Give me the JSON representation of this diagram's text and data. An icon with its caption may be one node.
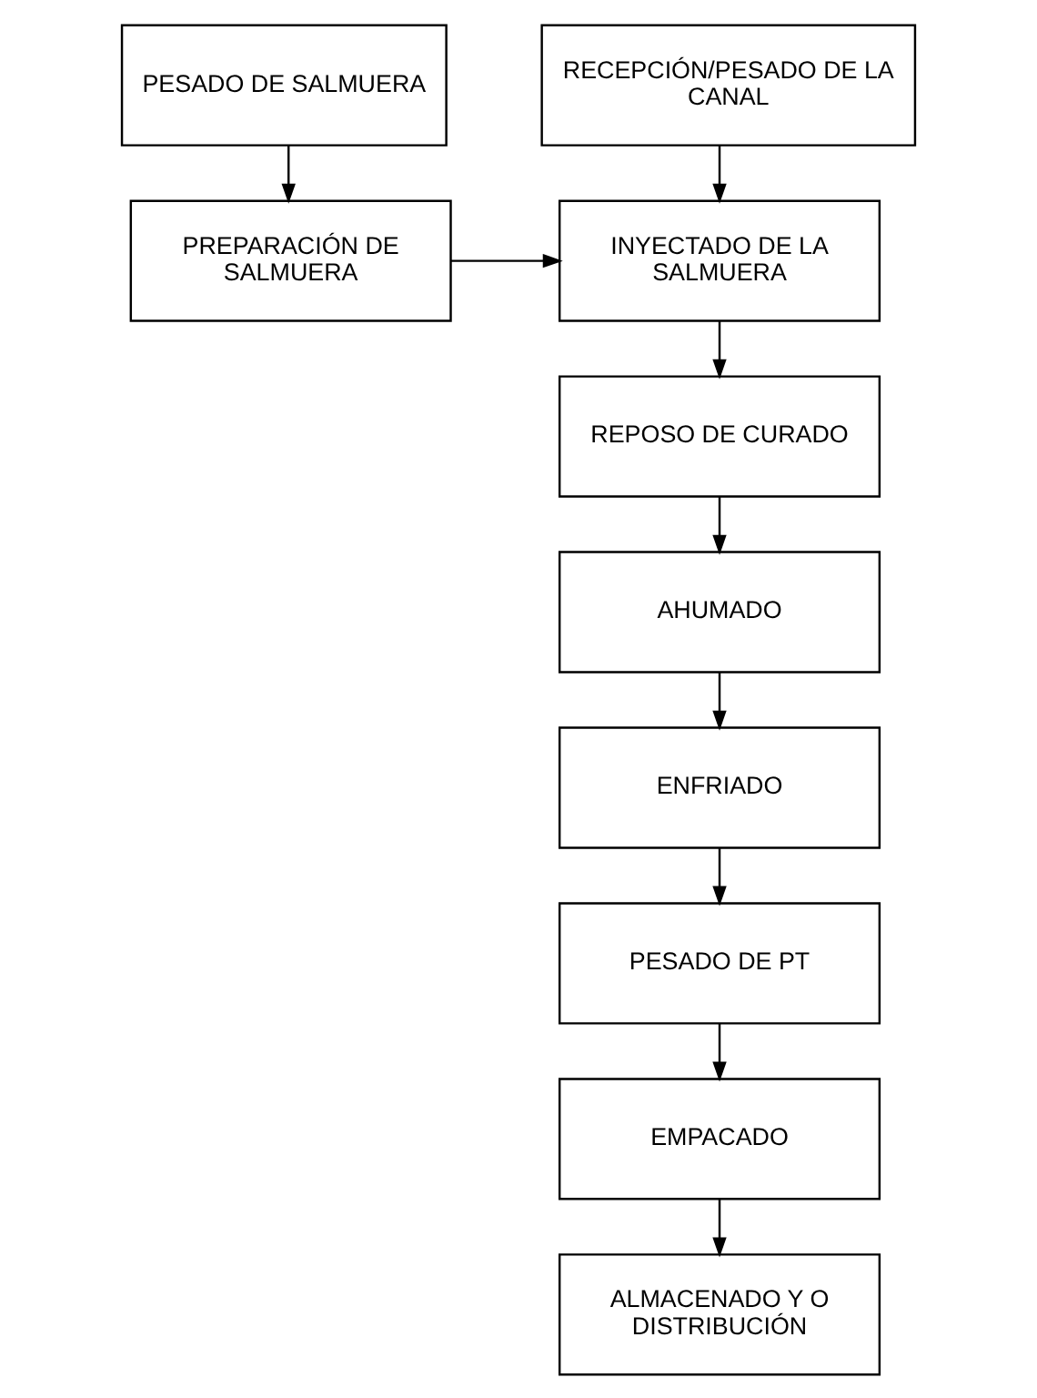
{
  "diagram": {
    "nodes": [
      {
        "text": [
          "PESADO DE SALMUERA"
        ]
      },
      {
        "text": [
          "PREPARACIÓN DE SALMUERA"
        ]
      },
      {
        "text": [
          "RECEPCIÓN/PESADO DE LA CANAL"
        ]
      },
      {
        "text": [
          "INYECTADO DE LA SALMUERA"
        ]
      },
      {
        "text": [
          "REPOSO DE CURADO"
        ]
      },
      {
        "text": [
          "AHUMADO"
        ]
      },
      {
        "text": [
          "ENFRIADO"
        ]
      },
      {
        "text": [
          "PESADO DE PT"
        ]
      },
      {
        "text": [
          "EMPACADO"
        ]
      },
      {
        "text": [
          "ALMACENADO Y O DISTRIBUCIÓN"
        ]
      }
    ],
    "edges": [
      {
        "from": 0,
        "to": 1,
        "arrow": "to"
      },
      {
        "from": 1,
        "to": 3,
        "arrow": "to"
      },
      {
        "from": 2,
        "to": 3,
        "arrow": "to"
      },
      {
        "from": 3,
        "to": 4,
        "arrow": "to"
      },
      {
        "from": 4,
        "to": 5,
        "arrow": "to"
      },
      {
        "from": 5,
        "to": 6,
        "arrow": "to"
      },
      {
        "from": 6,
        "to": 7,
        "arrow": "to"
      },
      {
        "from": 7,
        "to": 8,
        "arrow": "to"
      },
      {
        "from": 8,
        "to": 9,
        "arrow": "to"
      }
    ]
  }
}
